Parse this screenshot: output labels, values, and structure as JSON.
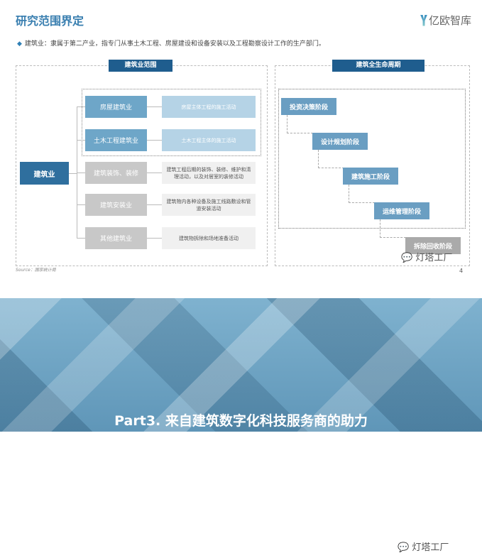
{
  "slide": {
    "title": "研究范围界定",
    "logo": "亿欧智库",
    "bullet": "建筑业：隶属于第二产业，指专门从事土木工程、房屋建设和设备安装以及工程勘察设计工作的生产部门。",
    "page": "4",
    "source": "Source：国家统计局"
  },
  "left": {
    "header": "建筑业范围",
    "root": "建筑业",
    "rows": [
      {
        "name": "房屋建筑业",
        "desc": "房屋主体工程的施工活动"
      },
      {
        "name": "土木工程建筑业",
        "desc": "土木工程主体的施工活动"
      },
      {
        "name": "建筑装饰、装修",
        "desc": "建筑工程后期的装饰、装修、维护和清理活动，以及对居室的装修活动"
      },
      {
        "name": "建筑安装业",
        "desc": "建筑物内各种设备及施工线路敷设和管道安装活动"
      },
      {
        "name": "其他建筑业",
        "desc": "建筑物拆除和场地准备活动"
      }
    ]
  },
  "right": {
    "header": "建筑全生命周期",
    "stages": [
      "投资决策阶段",
      "设计规划阶段",
      "建筑施工阶段",
      "运维管理阶段",
      "拆除回收阶段"
    ]
  },
  "watermark": "灯塔工厂",
  "banner": {
    "text": "Part3. 来自建筑数字化科技服务商的助力"
  }
}
